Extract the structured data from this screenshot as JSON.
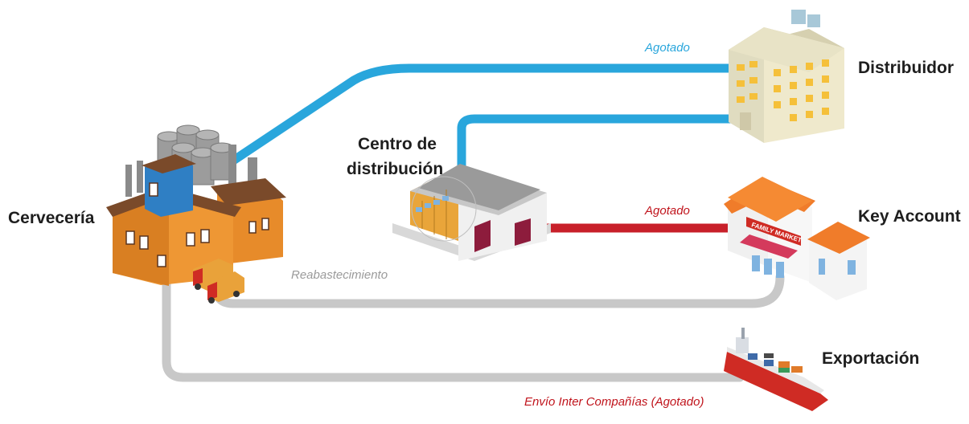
{
  "nodes": {
    "brewery": "Cervecería",
    "dc_line1": "Centro de",
    "dc_line2": "distribución",
    "distributor": "Distribuidor",
    "key_account": "Key Account",
    "export": "Exportación"
  },
  "flows": {
    "to_distributor": "Agotado",
    "to_key_account": "Agotado",
    "restock": "Reabastecimiento",
    "export": "Envío Inter Compañías (Agotado)"
  },
  "store_sign": "FAMILY MARKET",
  "colors": {
    "blue_flow": "#29a6dc",
    "red_flow": "#c8202a",
    "gray_flow": "#c8c8c8",
    "blue_label": "#29a6dc",
    "red_label": "#c0141c",
    "gray_label": "#9a9a9a"
  }
}
